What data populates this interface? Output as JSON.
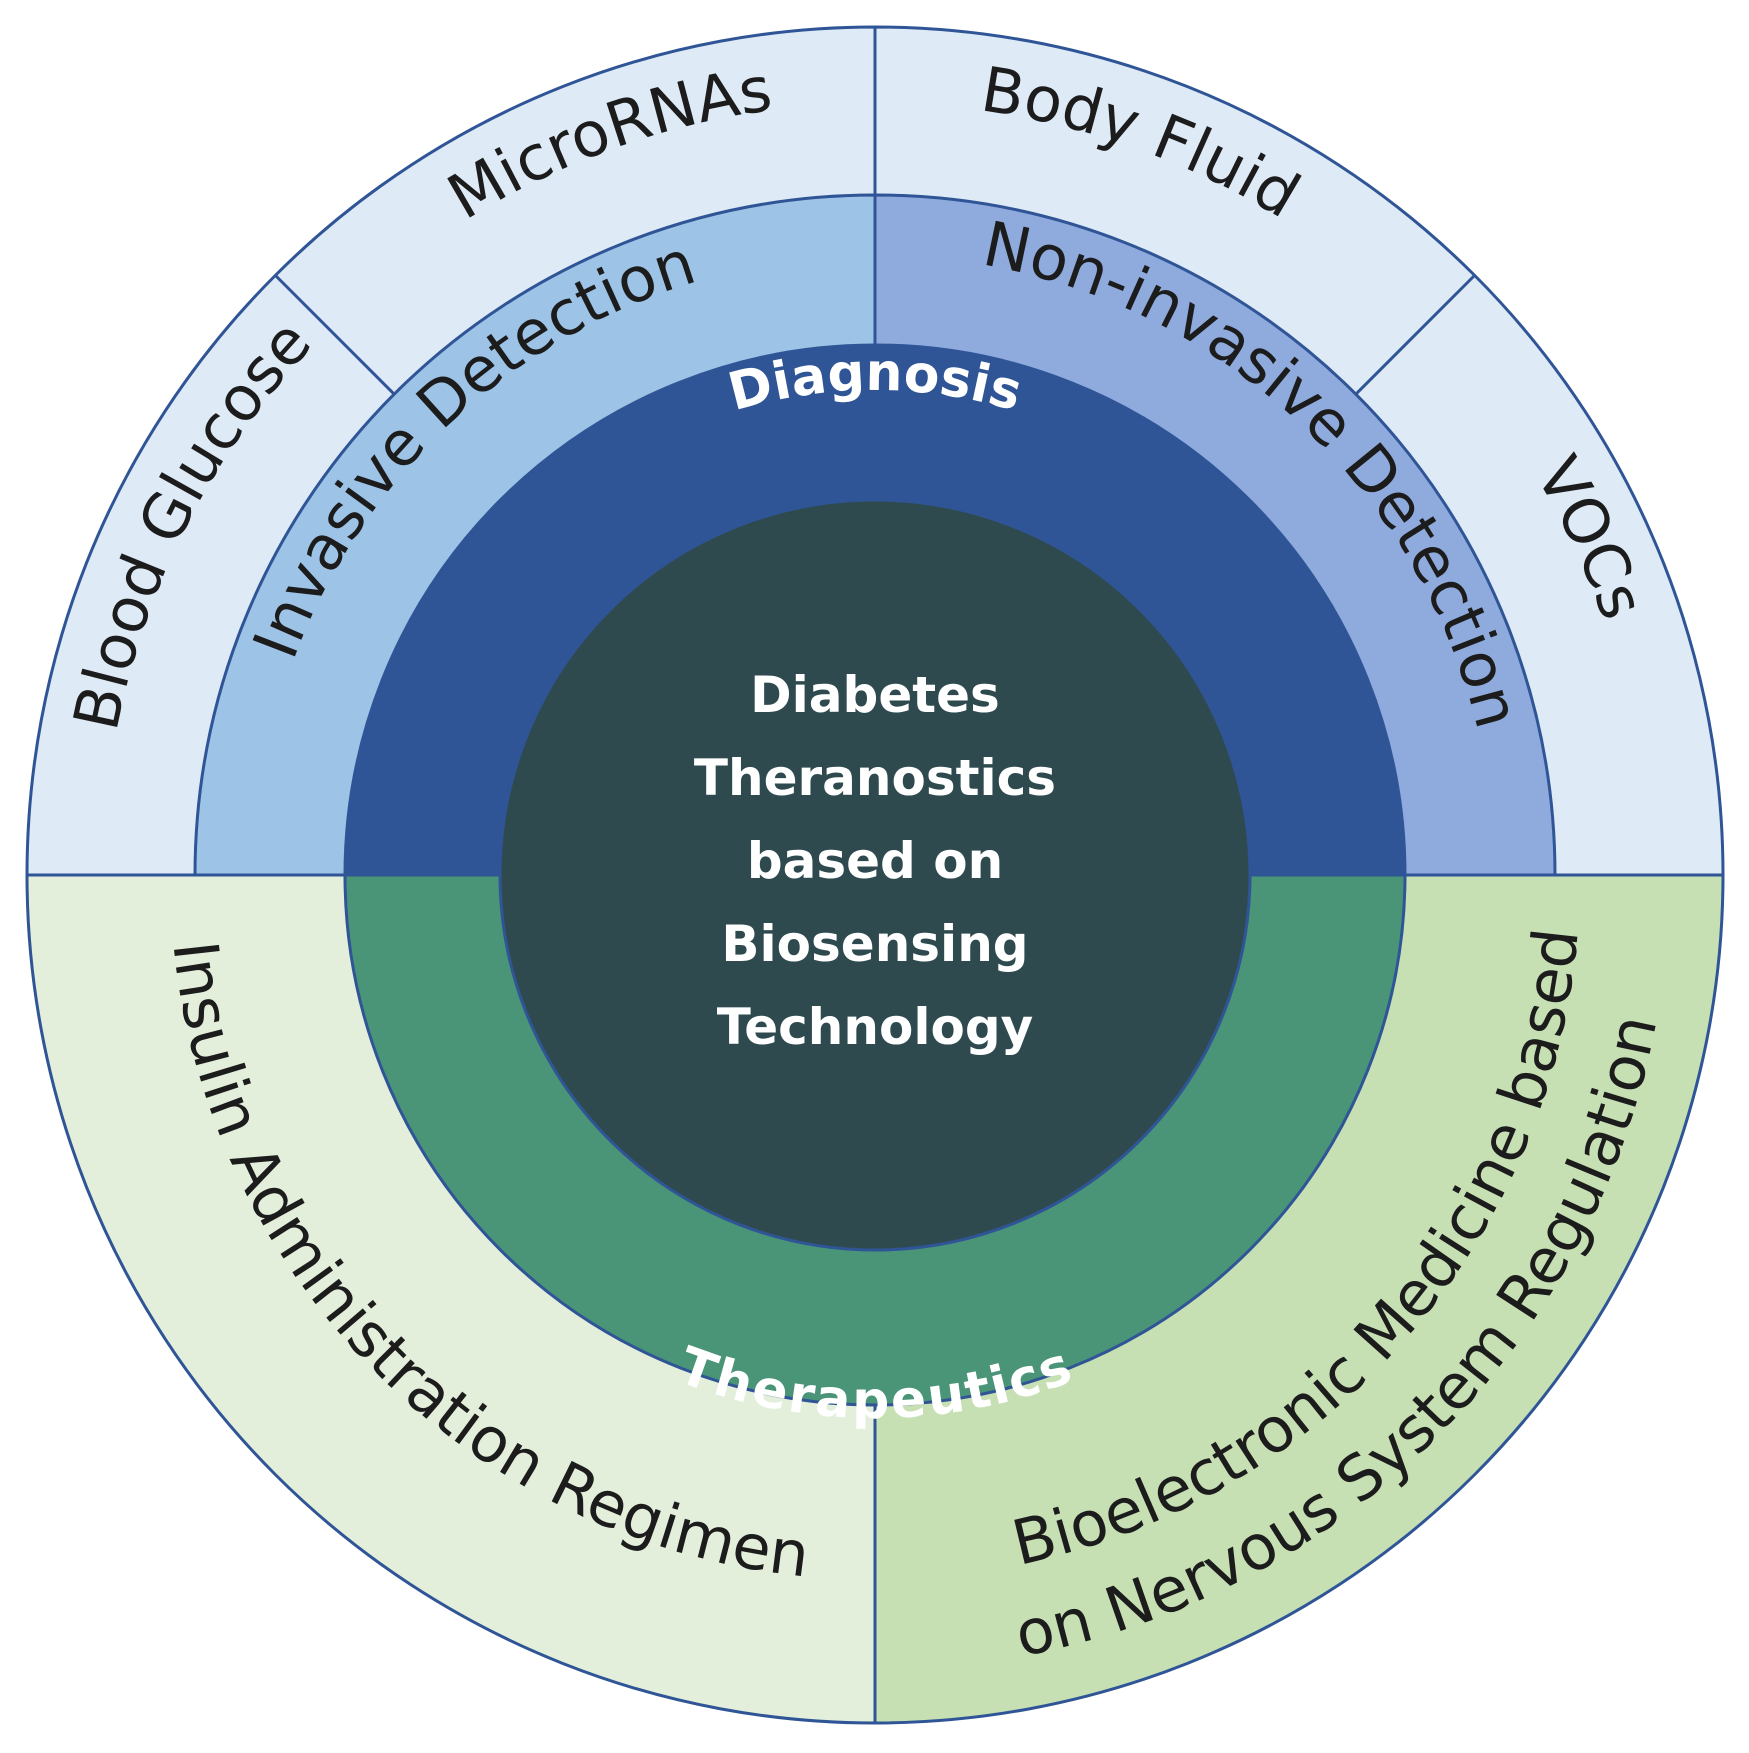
{
  "center": {
    "lines": [
      "Diabetes",
      "Theranostics",
      "based on",
      "Biosensing",
      "Technology"
    ]
  },
  "inner_ring": {
    "diagnosis": "Diagnosis",
    "therapeutics": "Therapeutics"
  },
  "middle_ring": {
    "invasive": "Invasive Detection",
    "non_invasive": "Non-invasive Detection"
  },
  "outer_ring": {
    "blood_glucose": "Blood Glucose",
    "micrornas": "MicroRNAs",
    "body_fluid": "Body Fluid",
    "vocs": "VOCs",
    "insulin": "Insulin Administration Regimen",
    "bioelectronic_line1": "Bioelectronic Medicine based",
    "bioelectronic_line2": "on Nervous System Regulation"
  },
  "colors": {
    "outer_top": "#deeaf6",
    "outer_bottom_left": "#e3efdb",
    "outer_bottom_right": "#c6e0b4",
    "middle_invasive": "#9dc3e6",
    "middle_non_invasive": "#8faadc",
    "inner_diagnosis": "#2f5597",
    "inner_therapeutics": "#4a9478",
    "center": "#2e4a4e",
    "stroke": "#2f5597"
  }
}
